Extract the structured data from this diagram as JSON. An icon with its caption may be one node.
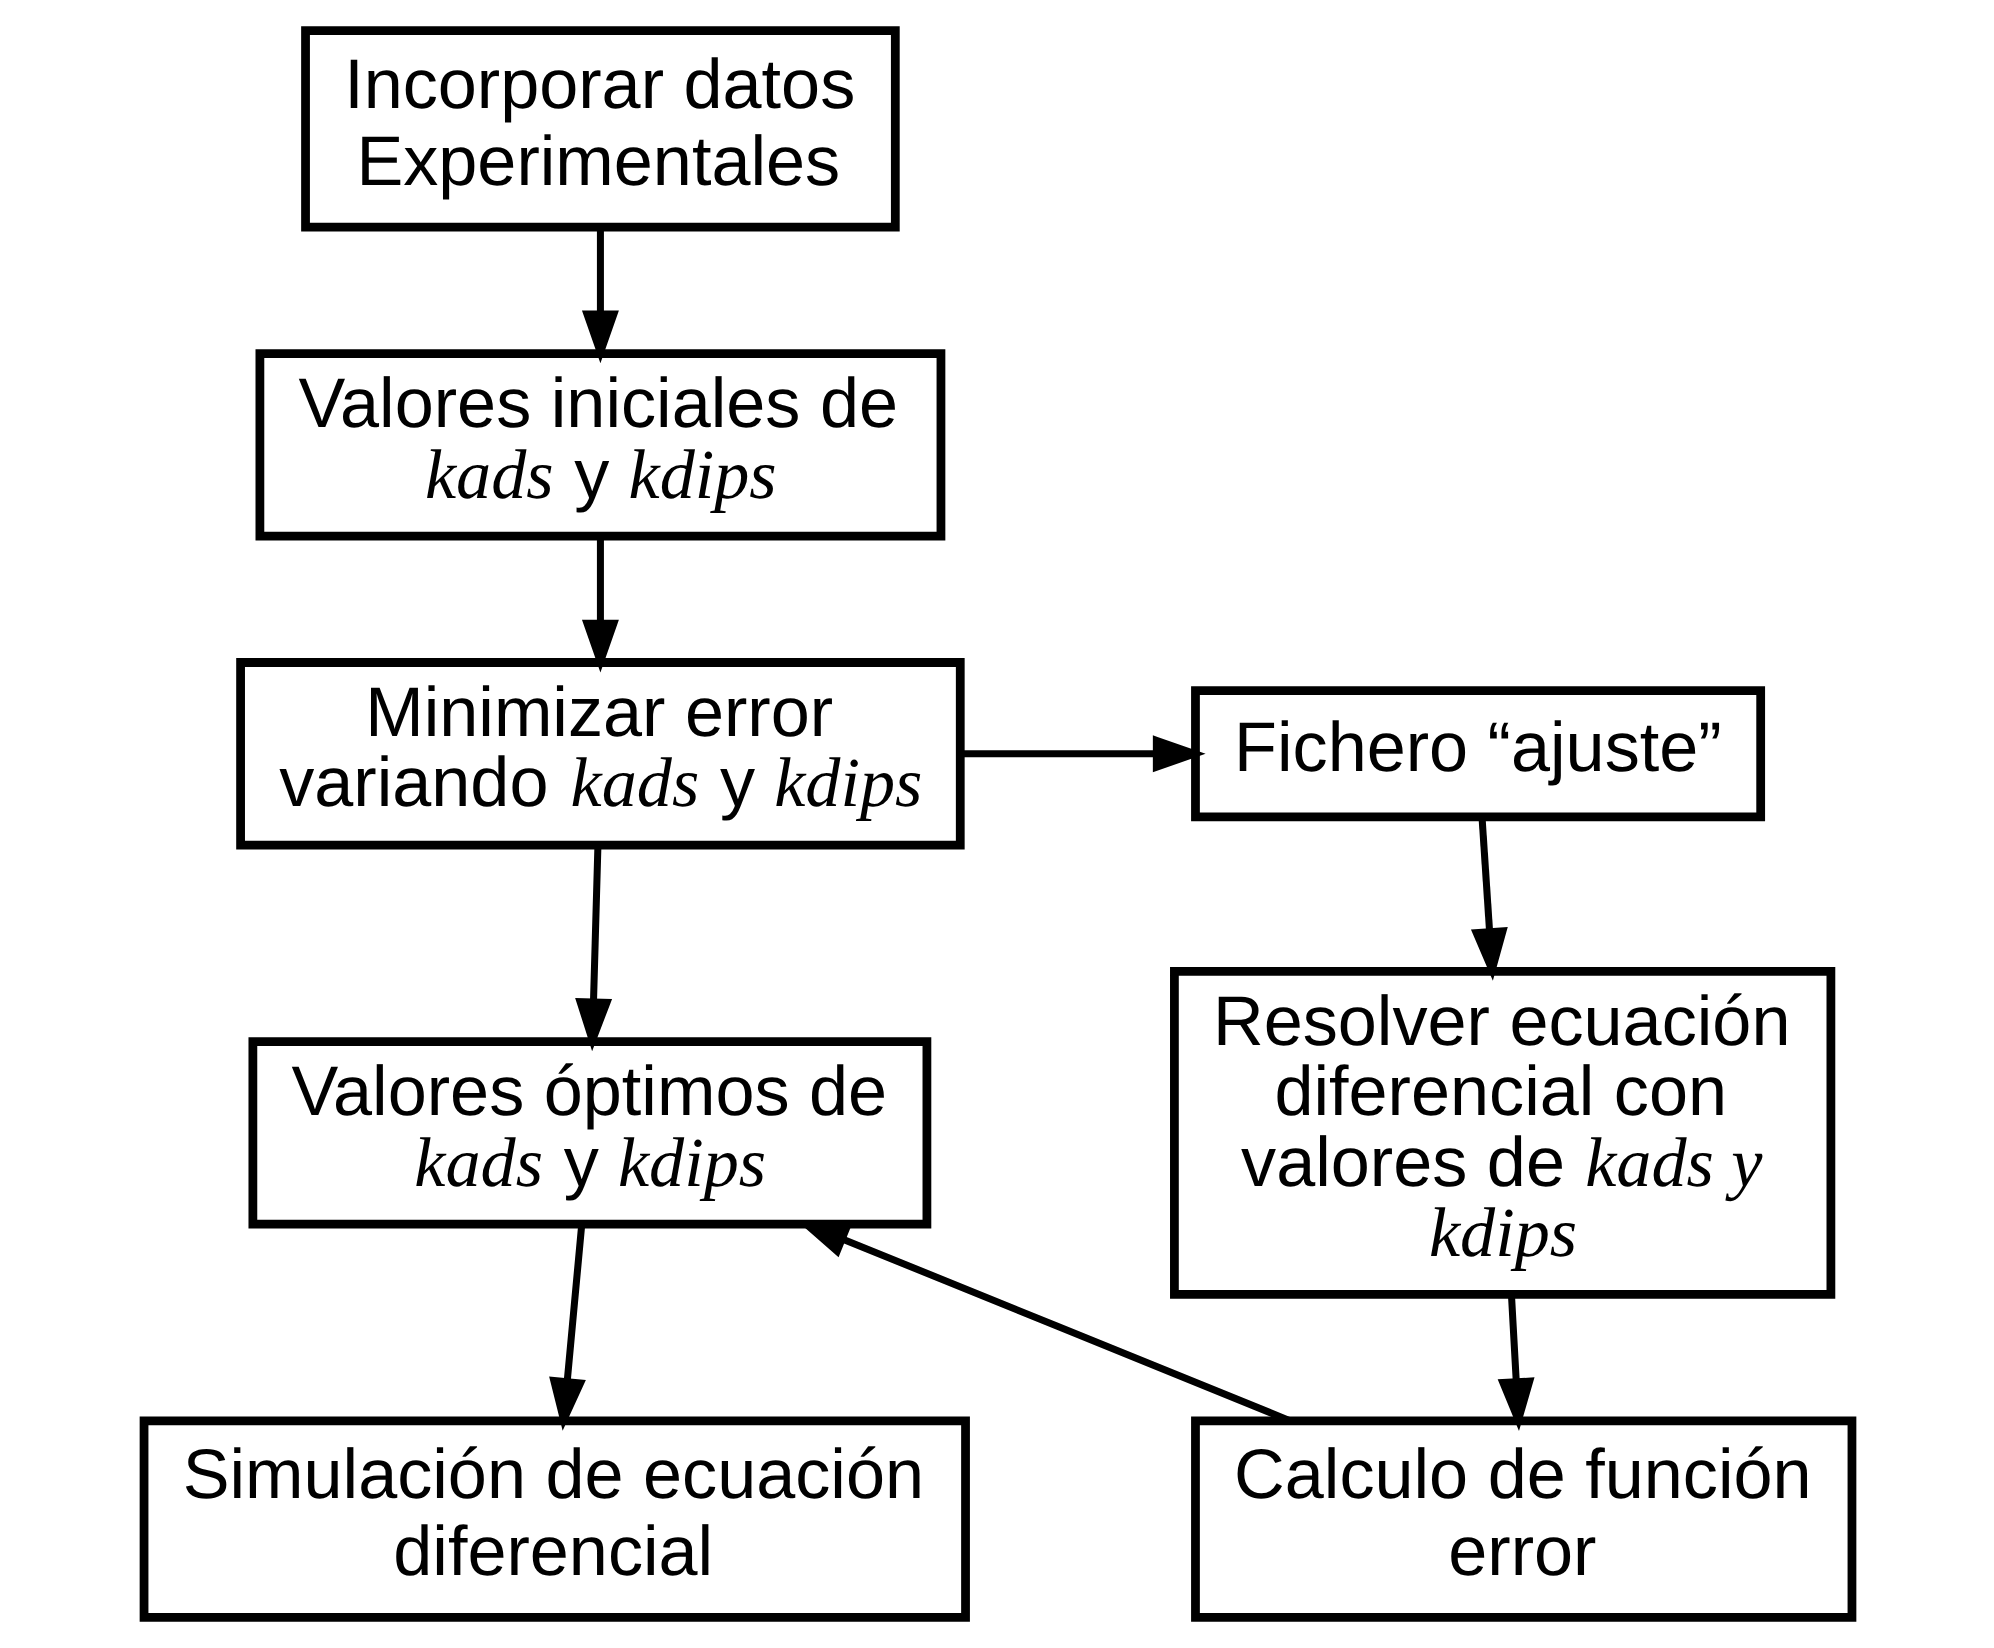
{
  "diagram": {
    "nodes": [
      {
        "text": [
          "Incorporar datos Experimentales"
        ]
      },
      {
        "text": [
          "Valores iniciales de *kads* y *kdips*"
        ]
      },
      {
        "text": [
          "Minimizar error variando *kads* y *kdips*"
        ]
      },
      {
        "text": [
          "Fichero “ajuste”"
        ]
      },
      {
        "text": [
          "Valores óptimos de *kads* y *kdips*"
        ]
      },
      {
        "text": [
          "Resolver ecuación diferencial con valores de *kads y kdips*"
        ]
      },
      {
        "text": [
          "Simulación de ecuación diferencial"
        ]
      },
      {
        "text": [
          "Calculo de función error"
        ]
      }
    ],
    "edges": [
      {
        "from": 0,
        "to": 1,
        "arrow": "to"
      },
      {
        "from": 1,
        "to": 2,
        "arrow": "to"
      },
      {
        "from": 2,
        "to": 3,
        "arrow": "to"
      },
      {
        "from": 3,
        "to": 5,
        "arrow": "to"
      },
      {
        "from": 5,
        "to": 7,
        "arrow": "to"
      },
      {
        "from": 7,
        "to": 4,
        "arrow": "to"
      },
      {
        "from": 2,
        "to": 4,
        "arrow": "to"
      },
      {
        "from": 4,
        "to": 6,
        "arrow": "to"
      }
    ]
  }
}
